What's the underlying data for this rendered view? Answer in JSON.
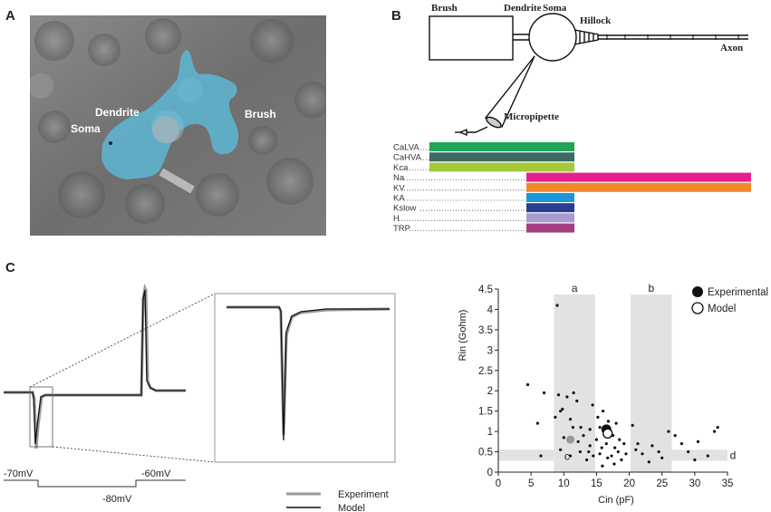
{
  "panels": {
    "a": "A",
    "b": "B",
    "c": "C"
  },
  "micrograph": {
    "labels": {
      "dendrite": "Dendrite",
      "soma": "Soma",
      "brush": "Brush"
    },
    "overlay_color": "#5bc3e6"
  },
  "neuron_model": {
    "labels": {
      "brush": "Brush",
      "dendrite": "Dendrite",
      "soma": "Soma",
      "hillock": "Hillock",
      "axon": "Axon",
      "micropipette": "Micropipette"
    },
    "channels": [
      {
        "name": "CaLVA",
        "color": "#1fa553",
        "region": "brush-soma"
      },
      {
        "name": "CaHVA",
        "color": "#3d6b64",
        "region": "brush-soma"
      },
      {
        "name": "Kca",
        "color": "#a6c93a",
        "region": "brush-soma"
      },
      {
        "name": "Na",
        "color": "#e61e8c",
        "region": "soma-axon"
      },
      {
        "name": "KV",
        "color": "#f0892a",
        "region": "soma-axon"
      },
      {
        "name": "KA",
        "color": "#1c97d6",
        "region": "soma"
      },
      {
        "name": "Kslow",
        "color": "#2b3d91",
        "region": "soma"
      },
      {
        "name": "H",
        "color": "#a79bd0",
        "region": "soma"
      },
      {
        "name": "TRP",
        "color": "#a33f82",
        "region": "soma"
      }
    ]
  },
  "traces": {
    "protocol_labels": {
      "hold": "-70mV",
      "step": "-80mV",
      "release": "-60mV"
    },
    "legend": {
      "experiment": "Experiment",
      "model": "Model"
    },
    "colors": {
      "experiment": "#9b9b9b",
      "model": "#111111"
    }
  },
  "chart_data": {
    "type": "scatter",
    "xlabel": "Cin (pF)",
    "ylabel": "Rin (Gohm)",
    "xlim": [
      0,
      35
    ],
    "ylim": [
      0,
      4.5
    ],
    "xticks": [
      "0",
      "5",
      "10",
      "15",
      "20",
      "25",
      "30",
      "35"
    ],
    "yticks": [
      "0",
      "0.5",
      "1",
      "1.5",
      "2",
      "2.5",
      "3",
      "3.5",
      "4",
      "4.5"
    ],
    "legend": {
      "position": "top-right",
      "entries": [
        "Experimental",
        "Model"
      ]
    },
    "bands": [
      {
        "label": "a",
        "orientation": "vertical",
        "range": [
          8.5,
          14.8
        ]
      },
      {
        "label": "b",
        "orientation": "vertical",
        "range": [
          20.2,
          26.5
        ]
      },
      {
        "label": "c",
        "orientation": "horizontal",
        "range": [
          0.28,
          0.55
        ],
        "x_extent": [
          0,
          8.5
        ]
      },
      {
        "label": "d",
        "orientation": "horizontal",
        "range": [
          0.28,
          0.55
        ],
        "x_extent": [
          26.5,
          35
        ]
      }
    ],
    "points": [
      [
        9,
        4.1
      ],
      [
        4.5,
        2.15
      ],
      [
        7,
        1.95
      ],
      [
        6,
        1.2
      ],
      [
        6.5,
        0.4
      ],
      [
        9.2,
        1.9
      ],
      [
        9.5,
        1.5
      ],
      [
        9.8,
        1.55
      ],
      [
        10.5,
        1.85
      ],
      [
        11,
        1.3
      ],
      [
        11,
        0.4
      ],
      [
        11.4,
        1.1
      ],
      [
        11.5,
        1.95
      ],
      [
        12,
        1.75
      ],
      [
        12.2,
        0.75
      ],
      [
        12.5,
        0.5
      ],
      [
        12.6,
        1.1
      ],
      [
        13,
        0.9
      ],
      [
        13.5,
        0.3
      ],
      [
        13.8,
        0.5
      ],
      [
        14,
        0.65
      ],
      [
        14,
        1.05
      ],
      [
        14.4,
        1.65
      ],
      [
        14.5,
        0.4
      ],
      [
        15,
        0.8
      ],
      [
        15.2,
        1.35
      ],
      [
        15.5,
        1.1
      ],
      [
        15.5,
        0.45
      ],
      [
        15.8,
        0.6
      ],
      [
        15.9,
        0.15
      ],
      [
        16,
        1.5
      ],
      [
        16.2,
        1.0
      ],
      [
        16.5,
        0.7
      ],
      [
        16.7,
        0.35
      ],
      [
        16.8,
        1.25
      ],
      [
        17,
        1.05
      ],
      [
        17.3,
        0.4
      ],
      [
        17.5,
        0.9
      ],
      [
        17.7,
        0.2
      ],
      [
        17.8,
        0.6
      ],
      [
        18,
        1.2
      ],
      [
        18.3,
        0.5
      ],
      [
        18.5,
        0.8
      ],
      [
        18.8,
        0.3
      ],
      [
        19.2,
        0.7
      ],
      [
        19.5,
        0.45
      ],
      [
        20.5,
        1.15
      ],
      [
        21,
        0.55
      ],
      [
        21.3,
        0.7
      ],
      [
        22,
        0.45
      ],
      [
        23,
        0.25
      ],
      [
        23.5,
        0.65
      ],
      [
        24.5,
        0.5
      ],
      [
        25,
        0.35
      ],
      [
        26,
        1.0
      ],
      [
        27,
        0.9
      ],
      [
        28,
        0.7
      ],
      [
        29,
        0.5
      ],
      [
        30,
        0.3
      ],
      [
        30.5,
        0.75
      ],
      [
        32,
        0.4
      ],
      [
        33,
        1.0
      ],
      [
        33.5,
        1.1
      ],
      [
        10,
        0.85
      ],
      [
        9.5,
        0.55
      ],
      [
        8.7,
        1.35
      ]
    ],
    "experimental_markers": [
      [
        16.5,
        1.05
      ],
      [
        11,
        0.8
      ]
    ],
    "model_marker": [
      16.7,
      0.95
    ]
  }
}
